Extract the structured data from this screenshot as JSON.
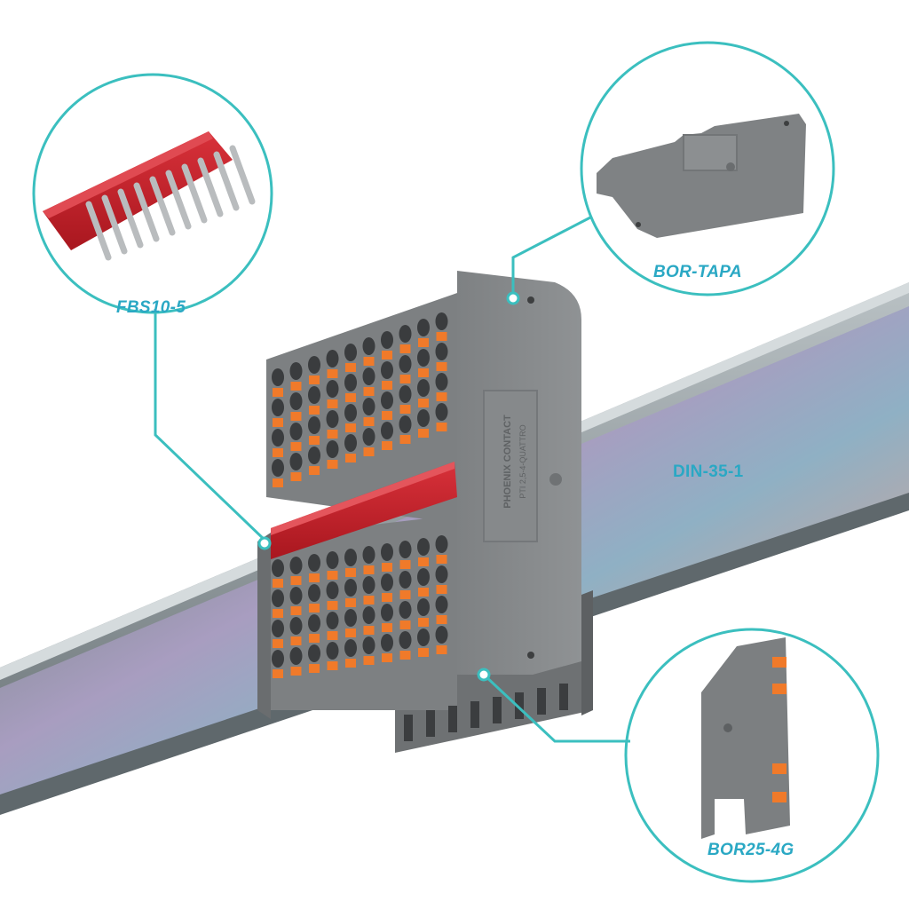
{
  "colors": {
    "accent": "#3bbfbf",
    "label_text": "#2aa8c4",
    "housing_gray": "#8c8e8f",
    "push_button_orange": "#f07a2a",
    "bridge_red": "#c62028"
  },
  "callouts": {
    "bridge": {
      "label": "FBS10-5",
      "icon": "jumper-bridge-comb"
    },
    "end_cover": {
      "label": "BOR-TAPA",
      "icon": "end-cover-plate"
    },
    "rail": {
      "label": "DIN-35-1",
      "icon": "din-rail"
    },
    "terminal": {
      "label": "BOR25-4G",
      "icon": "terminal-block-side"
    }
  },
  "block": {
    "brand_text": "PHOENIX CONTACT",
    "model_text": "PTI 2,5-4-QUATTRO"
  }
}
